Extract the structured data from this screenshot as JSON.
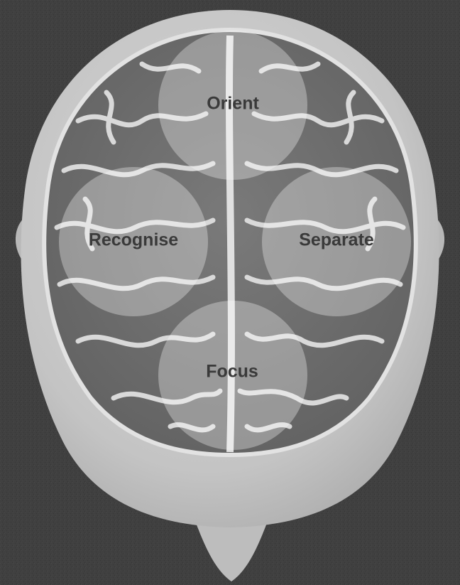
{
  "diagram": {
    "nodes": [
      {
        "id": "orient",
        "label": "Orient"
      },
      {
        "id": "recognise",
        "label": "Recognise"
      },
      {
        "id": "separate",
        "label": "Separate"
      },
      {
        "id": "focus",
        "label": "Focus"
      }
    ]
  },
  "colors": {
    "background": "#3f3f3f",
    "head": "#c9c9c9",
    "brain": "#6e6e6e",
    "sulci": "#d8d8d8",
    "circle_fill": "rgba(255,255,255,0.32)",
    "label_text": "#3a3a3a"
  }
}
